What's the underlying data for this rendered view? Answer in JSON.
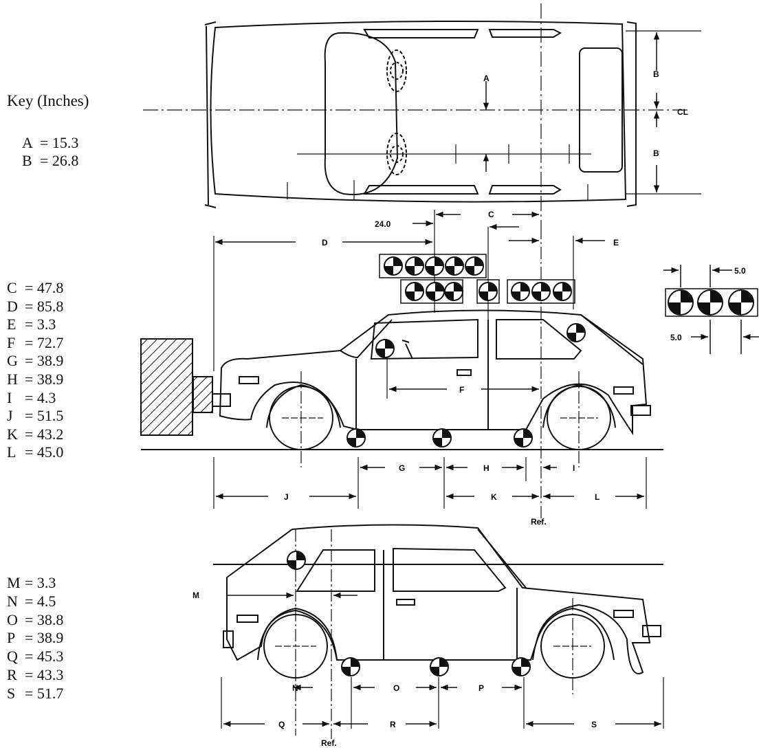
{
  "key": {
    "title": "Key (Inches)",
    "groups": [
      {
        "items": [
          {
            "letter": "A",
            "value": "15.3"
          },
          {
            "letter": "B",
            "value": "26.8"
          }
        ]
      },
      {
        "items": [
          {
            "letter": "C",
            "value": "47.8"
          },
          {
            "letter": "D",
            "value": "85.8"
          },
          {
            "letter": "E",
            "value": "3.3"
          },
          {
            "letter": "F",
            "value": "72.7"
          },
          {
            "letter": "G",
            "value": "38.9"
          },
          {
            "letter": "H",
            "value": "38.9"
          },
          {
            "letter": "I",
            "value": "4.3"
          },
          {
            "letter": "J",
            "value": "51.5"
          },
          {
            "letter": "K",
            "value": "43.2"
          },
          {
            "letter": "L",
            "value": "45.0"
          }
        ]
      },
      {
        "items": [
          {
            "letter": "M",
            "value": "3.3"
          },
          {
            "letter": "N",
            "value": "4.5"
          },
          {
            "letter": "O",
            "value": "38.8"
          },
          {
            "letter": "P",
            "value": "38.9"
          },
          {
            "letter": "Q",
            "value": "45.3"
          },
          {
            "letter": "R",
            "value": "43.3"
          },
          {
            "letter": "S",
            "value": "51.7"
          }
        ]
      }
    ]
  },
  "drawing": {
    "top_view": {
      "labels": {
        "a": "A",
        "b_upper": "B",
        "b_lower": "B",
        "centerline": "CL"
      }
    },
    "middle_view": {
      "labels": {
        "c": "C",
        "d": "D",
        "e": "E",
        "f": "F",
        "g": "G",
        "h": "H",
        "i": "I",
        "j": "J",
        "k": "K",
        "l": "L",
        "top_offset": "24.0",
        "ref": "Ref."
      }
    },
    "detail": {
      "top": "5.0",
      "bottom": "5.0"
    },
    "bottom_view": {
      "labels": {
        "m": "M",
        "n": "N",
        "o": "O",
        "p": "P",
        "q": "Q",
        "r": "R",
        "s": "S",
        "ref": "Ref."
      }
    }
  }
}
